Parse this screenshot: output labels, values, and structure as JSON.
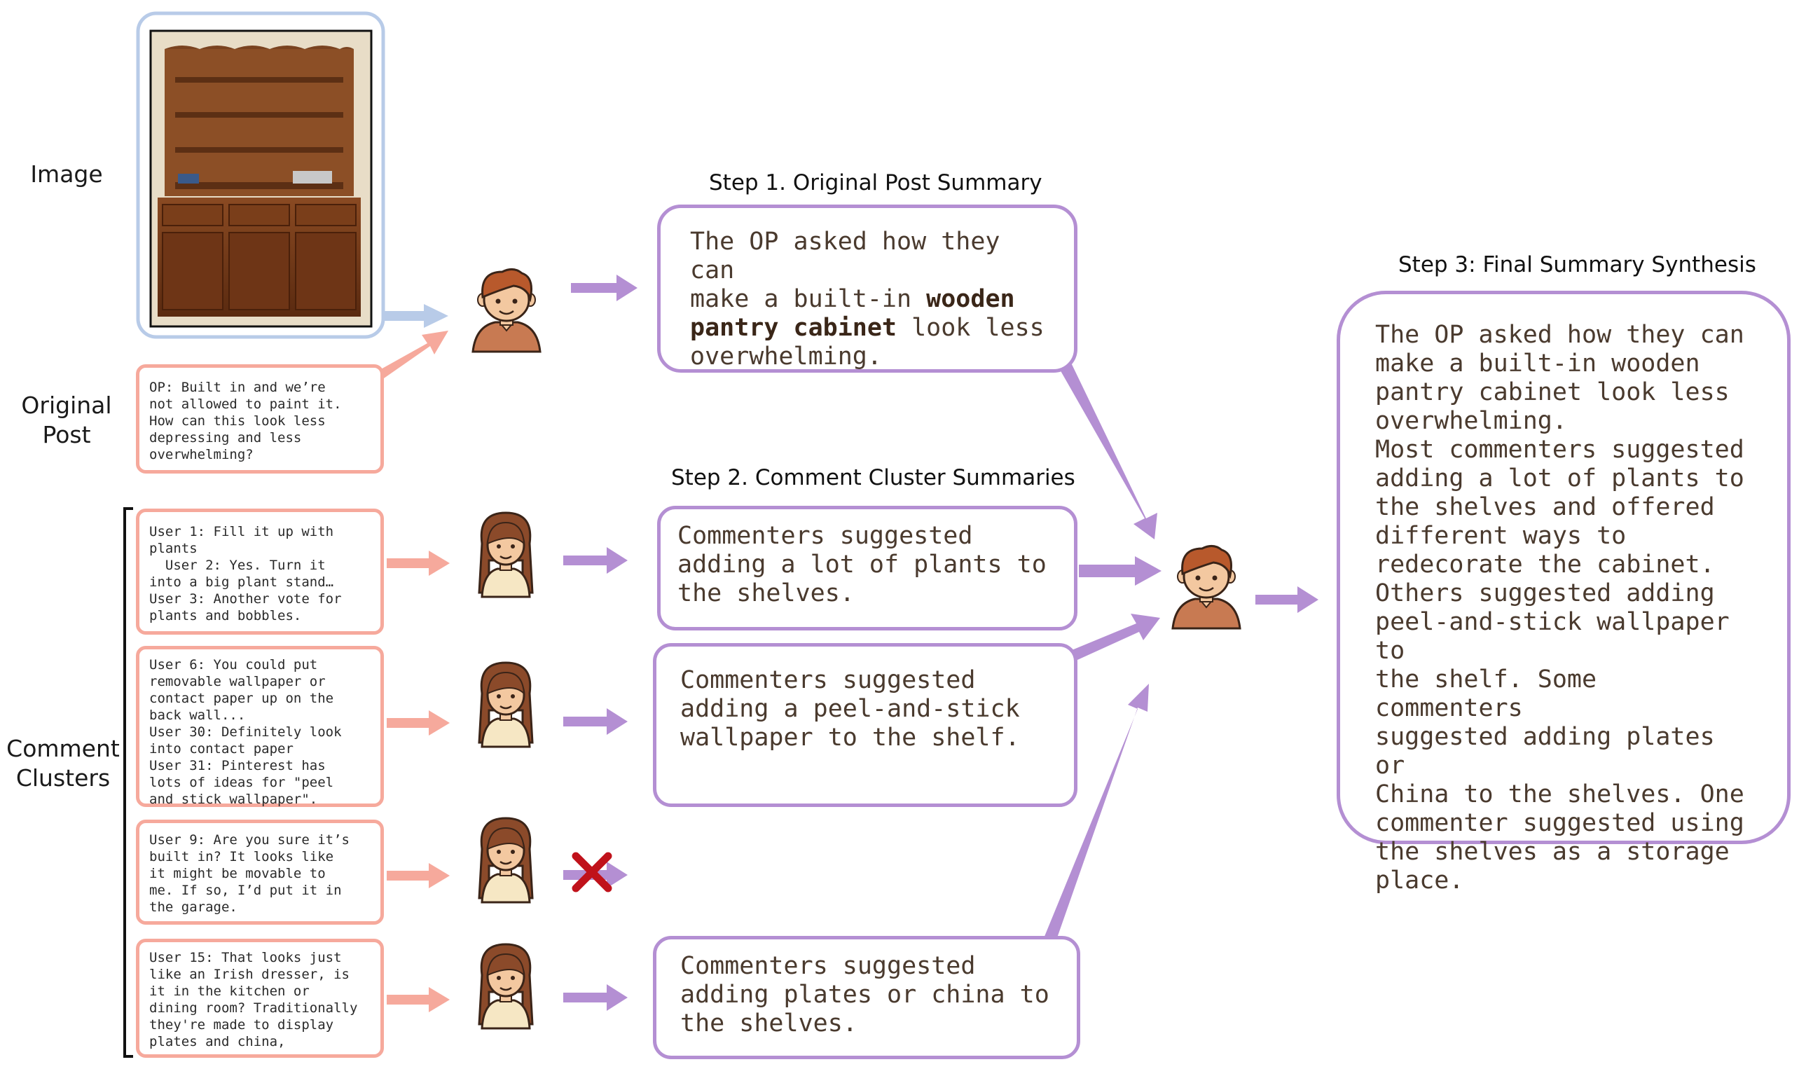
{
  "labels": {
    "image": "Image",
    "original_post": "Original\nPost",
    "comment_clusters": "Comment\nClusters"
  },
  "steps": {
    "step1": "Step 1. Original Post Summary",
    "step2": "Step 2. Comment Cluster Summaries",
    "step3": "Step 3: Final Summary Synthesis"
  },
  "original_post_text": "OP: Built in and we’re\nnot allowed to paint it.\nHow can this look less\ndepressing and less\noverwhelming?",
  "clusters": [
    {
      "text": "User 1: Fill it up with\nplants\n  User 2: Yes. Turn it\ninto a big plant stand…\nUser 3: Another vote for\nplants and bobbles."
    },
    {
      "text": "User 6: You could put\nremovable wallpaper or\ncontact paper up on the\nback wall...\nUser 30: Definitely look\ninto contact paper\nUser 31: Pinterest has\nlots of ideas for \"peel\nand stick wallpaper\"."
    },
    {
      "text": "User 9: Are you sure it’s\nbuilt in? It looks like\nit might be movable to\nme. If so, I’d put it in\nthe garage."
    },
    {
      "text": "User 15: That looks just\nlike an Irish dresser, is\nit in the kitchen or\ndining room? Traditionally\nthey're made to display\nplates and china,"
    }
  ],
  "step1_summary": {
    "pre": "The OP asked how they can\nmake a built-in ",
    "bold1": "wooden",
    "mid": "\n",
    "bold2": "pantry cabinet",
    "post": " look less\noverwhelming."
  },
  "cluster_summaries": [
    "Commenters suggested\nadding a lot of plants to\nthe shelves.",
    "Commenters suggested\nadding a peel-and-stick\nwallpaper to the shelf.",
    "Commenters suggested\nadding plates or china to\nthe shelves."
  ],
  "final_summary": "The OP asked how they can\nmake a built-in wooden\npantry cabinet look less\noverwhelming.\nMost commenters suggested\nadding a lot of plants to\nthe shelves and offered\ndifferent ways to\nredecorate the cabinet.\nOthers suggested adding\npeel-and-stick wallpaper to\nthe shelf. Some commenters\nsuggested adding plates or\nChina to the shelves. One\ncommenter suggested using\nthe shelves as a storage\nplace.",
  "icons": {
    "male_summarizer": "male-avatar-icon",
    "female_summarizer": "female-avatar-icon",
    "rejected": "red-x-icon",
    "photo": "cabinet-photo"
  },
  "colors": {
    "image_border": "#b8cbe8",
    "post_border": "#f6a99c",
    "summary_border": "#b48fd3",
    "purple_arrow": "#b48fd3",
    "salmon_arrow": "#f6a99c",
    "blue_arrow": "#b8cbe8",
    "reject": "#c0121b"
  }
}
